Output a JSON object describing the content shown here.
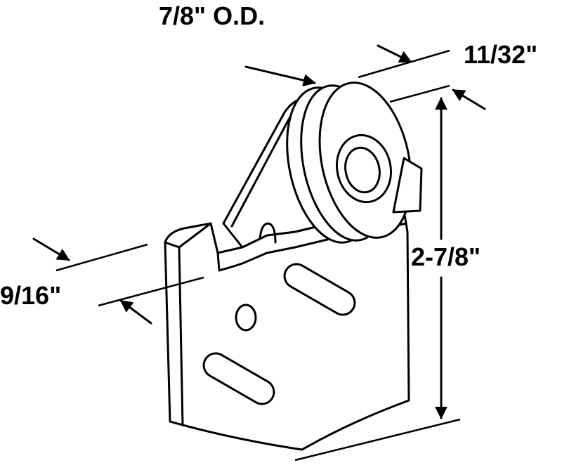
{
  "dimensions": {
    "wheel_diameter": "7/8\" O.D.",
    "wheel_width": "11/32\"",
    "height": "2-7/8\"",
    "bracket_depth": "9/16\""
  }
}
